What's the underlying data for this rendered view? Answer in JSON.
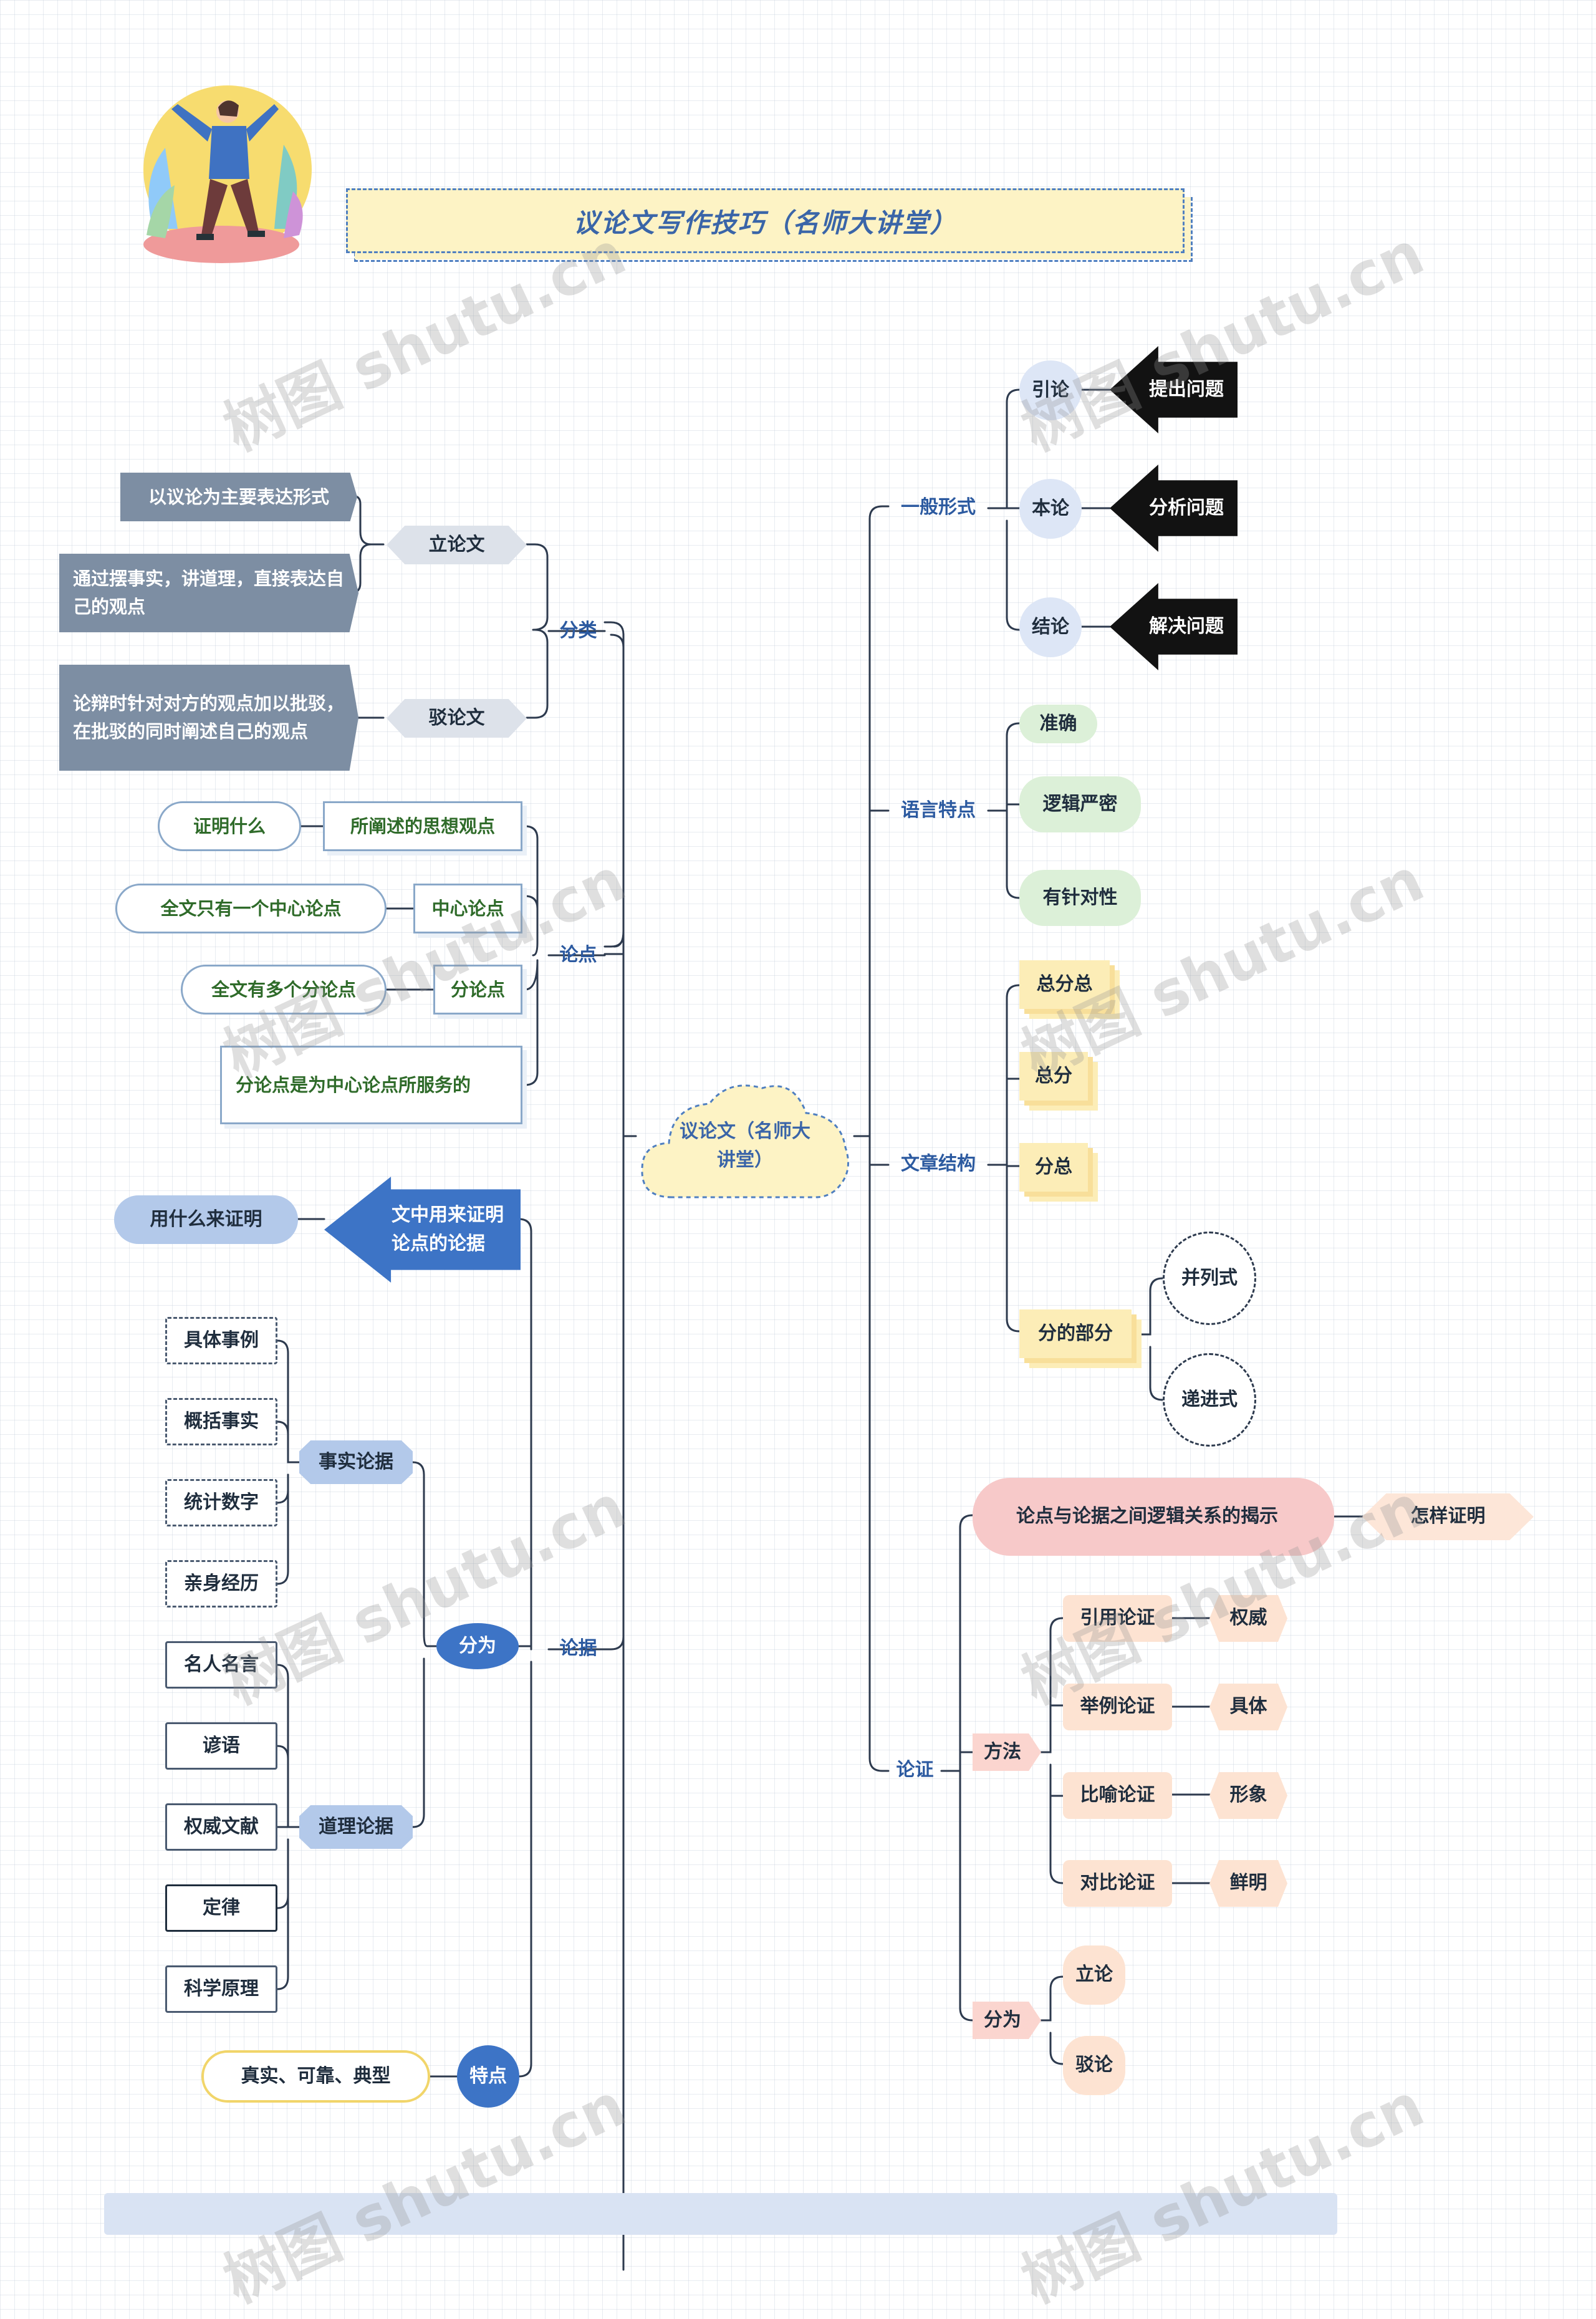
{
  "title": "议论文写作技巧（名师大讲堂）",
  "central": "议论文（名师大讲堂）",
  "watermark_text": "树图 shutu.cn",
  "left": {
    "fenlei": {
      "label": "分类",
      "lilunwen": "立论文",
      "lilun_notes": [
        "以议论为主要表达形式",
        "通过摆事实，讲道理，直接表达自己的观点"
      ],
      "bolunwen": "驳论文",
      "bolun_note": "论辩时针对对方的观点加以批驳，在批驳的同时阐述自己的观点"
    },
    "lundian": {
      "label": "论点",
      "suochanshu": "所阐述的思想观点",
      "zhengming": "证明什么",
      "zhongxin": "中心论点",
      "zhongxin_note": "全文只有一个中心论点",
      "fen": "分论点",
      "fen_note": "全文有多个分论点",
      "fuwu": "分论点是为中心论点所服务的"
    },
    "lunju": {
      "label": "论据",
      "arrow": "文中用来证明论点的论据",
      "yong": "用什么来证明",
      "fenwei": "分为",
      "shishi": "事实论据",
      "shishi_items": [
        "具体事例",
        "概括事实",
        "统计数字",
        "亲身经历"
      ],
      "daoli": "道理论据",
      "daoli_items": [
        "名人名言",
        "谚语",
        "权威文献",
        "定律",
        "科学原理"
      ],
      "tedian": "特点",
      "tedian_value": "真实、可靠、典型"
    }
  },
  "right": {
    "yiban": {
      "label": "一般形式",
      "items": [
        {
          "name": "引论",
          "arrow": "提出问题"
        },
        {
          "name": "本论",
          "arrow": "分析问题"
        },
        {
          "name": "结论",
          "arrow": "解决问题"
        }
      ]
    },
    "yuyan": {
      "label": "语言特点",
      "items": [
        "准确",
        "逻辑严密",
        "有针对性"
      ]
    },
    "jiegou": {
      "label": "文章结构",
      "items": [
        "总分总",
        "总分",
        "分总",
        "分的部分"
      ],
      "fen_items": [
        "并列式",
        "递进式"
      ]
    },
    "lunzheng": {
      "label": "论证",
      "guanxi": "论点与论据之间逻辑关系的揭示",
      "zenyang": "怎样证明",
      "fangfa": "方法",
      "methods": [
        {
          "name": "引用论证",
          "effect": "权威"
        },
        {
          "name": "举例论证",
          "effect": "具体"
        },
        {
          "name": "比喻论证",
          "effect": "形象"
        },
        {
          "name": "对比论证",
          "effect": "鲜明"
        }
      ],
      "fenwei": "分为",
      "fen_items": [
        "立论",
        "驳论"
      ]
    }
  }
}
